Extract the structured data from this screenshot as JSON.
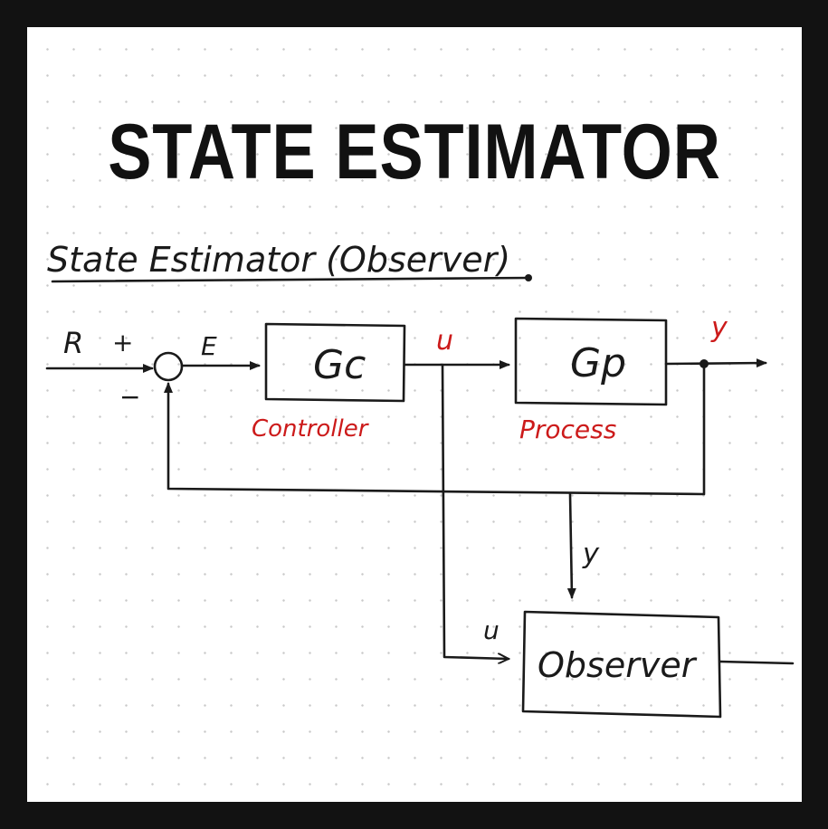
{
  "title": "STATE ESTIMATOR",
  "subtitle": "State Estimator (Observer)",
  "labels": {
    "reference": "R",
    "plus": "+",
    "minus": "−",
    "error": "E",
    "controller_block": "Gc",
    "controller_block_sub": "c",
    "controller_caption": "Controller",
    "control_signal": "u",
    "process_block": "Gp",
    "process_block_sub": "p",
    "process_caption": "Process",
    "output": "y",
    "observer_input_y": "y",
    "observer_input_u": "u",
    "observer_block": "Observer"
  },
  "colors": {
    "ink": "#1a1a1a",
    "accent": "#cc1a1a"
  }
}
